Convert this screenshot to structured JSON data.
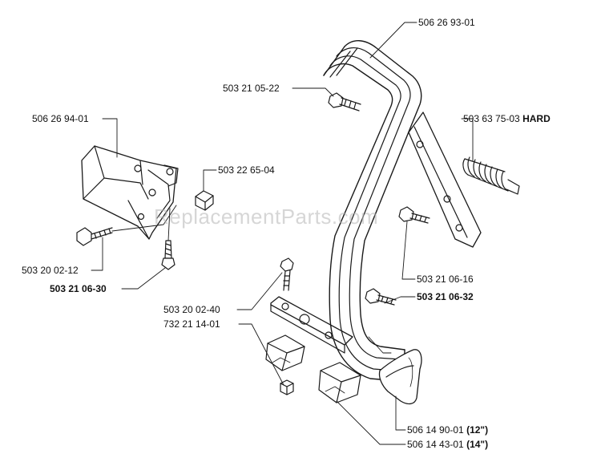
{
  "watermark": "ReplacementParts.com",
  "labels": {
    "handle_main": "506 26 93-01",
    "screw_top": "503 21 05-22",
    "spring_part": "503 63 75-03",
    "spring_note": "HARD",
    "bracket": "506 26 94-01",
    "nut_square": "503 22 65-04",
    "screw_bracket": "503 20 02-12",
    "screw_bracket_bold": "503 21 06-30",
    "screw_mid": "503 21 06-16",
    "screw_right_bold": "503 21 06-32",
    "screw_lower": "503 20 02-40",
    "nut_lower": "732 21 14-01",
    "guard_12": "506 14 90-01",
    "guard_12_note": "(12\")",
    "guard_14": "506 14 43-01",
    "guard_14_note": "(14\")"
  }
}
